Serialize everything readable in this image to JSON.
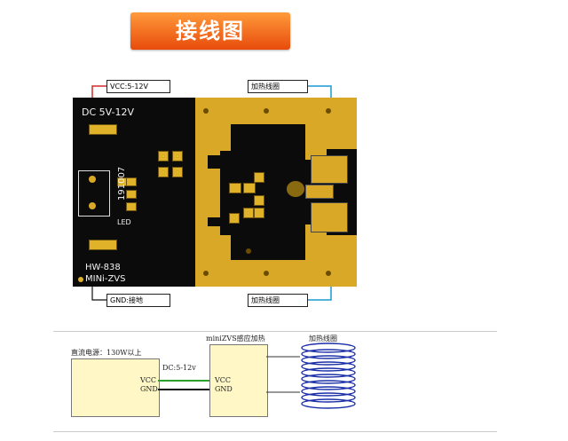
{
  "title": "接线图",
  "callouts": {
    "vcc": "VCC:5-12V",
    "gnd": "GND:接地",
    "coil_top": "加热线圈",
    "coil_bottom": "加热线圈"
  },
  "pcb": {
    "voltage": "DC 5V-12V",
    "date_code": "191007",
    "led": "LED",
    "model1": "HW-838",
    "model2": "MINi-ZVS"
  },
  "wiring": {
    "power_source": "直流电源：130W以上",
    "vcc": "VCC",
    "gnd": "GND",
    "dc_label": "DC:5-12v",
    "module_title": "miniZVS感应加热",
    "module_vcc": "VCC",
    "module_gnd": "GND",
    "coil_title": "加热线圈"
  },
  "colors": {
    "banner": "#e8560f",
    "vcc_wire": "#2aa02a",
    "gnd_wire": "#111111",
    "callout_red": "#d42a2a",
    "callout_blue": "#1a9ad0",
    "copper": "#d8a826",
    "coil": "#1b2fa8"
  }
}
